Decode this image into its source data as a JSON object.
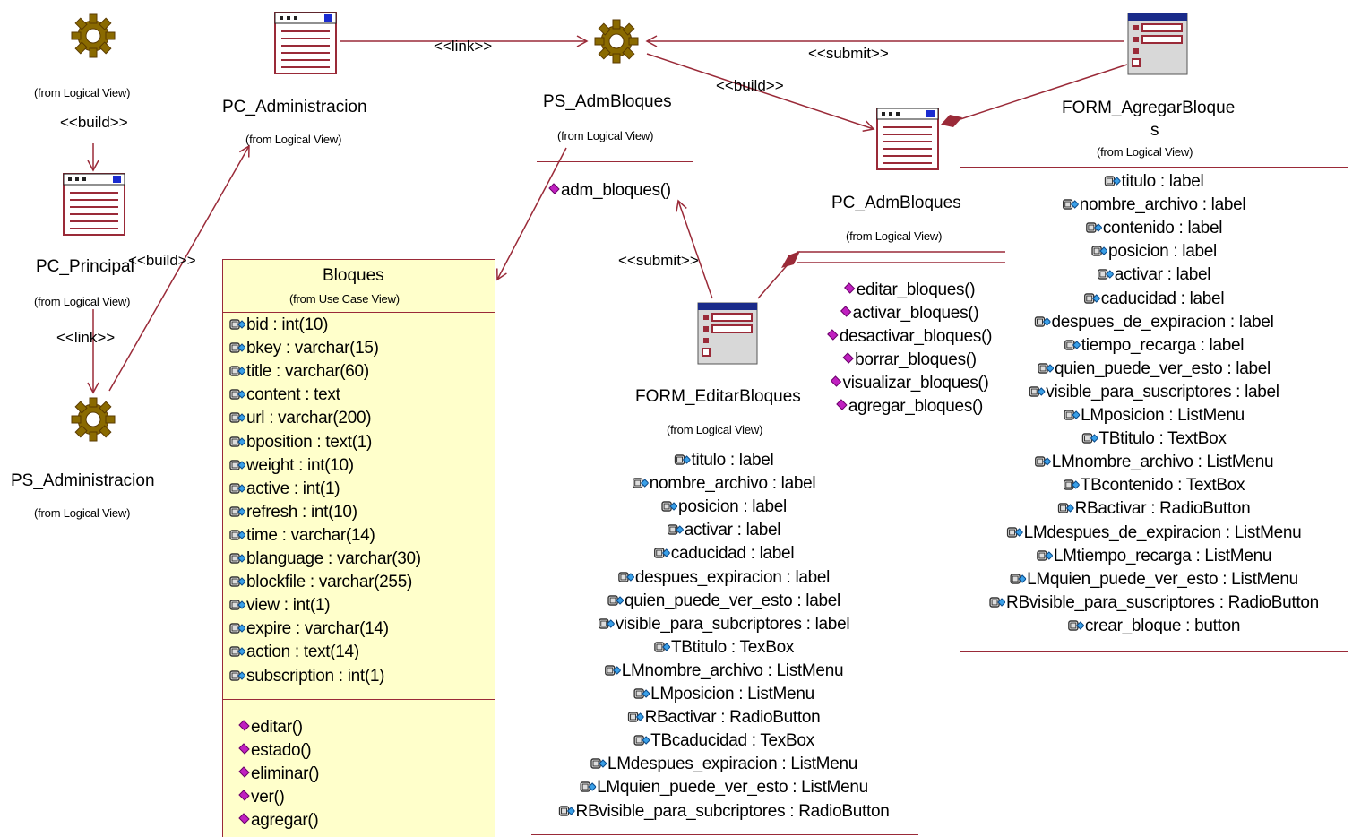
{
  "nodes": {
    "gear_top_left": {
      "from": "(from Logical View)"
    },
    "pc_principal": {
      "name": "PC_Principal",
      "from": "(from Logical View)"
    },
    "ps_administracion": {
      "name": "PS_Administracion",
      "from": "(from Logical View)"
    },
    "pc_administracion": {
      "name": "PC_Administracion",
      "from": "(from Logical View)"
    },
    "ps_admbloques": {
      "name": "PS_AdmBloques",
      "from": "(from Logical View)",
      "operations": [
        "adm_bloques()"
      ]
    },
    "pc_admbloques": {
      "name": "PC_AdmBloques",
      "from": "(from Logical View)",
      "operations": [
        "editar_bloques()",
        "activar_bloques()",
        "desactivar_bloques()",
        "borrar_bloques()",
        "visualizar_bloques()",
        "agregar_bloques()"
      ]
    },
    "form_agregar": {
      "name_line1": "FORM_AgregarBloque",
      "name_line2": "s",
      "from": "(from Logical View)",
      "attributes": [
        "titulo : label",
        "nombre_archivo : label",
        "contenido : label",
        "posicion : label",
        "activar : label",
        "caducidad : label",
        "despues_de_expiracion : label",
        "tiempo_recarga : label",
        "quien_puede_ver_esto : label",
        "visible_para_suscriptores : label",
        "LMposicion : ListMenu",
        "TBtitulo : TextBox",
        "LMnombre_archivo : ListMenu",
        "TBcontenido : TextBox",
        "RBactivar : RadioButton",
        "LMdespues_de_expiracion : ListMenu",
        "LMtiempo_recarga : ListMenu",
        "LMquien_puede_ver_esto : ListMenu",
        "RBvisible_para_suscriptores : RadioButton",
        "crear_bloque : button"
      ]
    },
    "form_editar": {
      "name": "FORM_EditarBloques",
      "from": "(from Logical View)",
      "attributes": [
        "titulo : label",
        "nombre_archivo : label",
        "posicion : label",
        "activar : label",
        "caducidad : label",
        "despues_expiracion : label",
        "quien_puede_ver_esto : label",
        "visible_para_subcriptores : label",
        "TBtitulo : TexBox",
        "LMnombre_archivo : ListMenu",
        "LMposicion : ListMenu",
        "RBactivar : RadioButton",
        "TBcaducidad : TexBox",
        "LMdespues_expiracion : ListMenu",
        "LMquien_puede_ver_esto : ListMenu",
        "RBvisible_para_subcriptores : RadioButton"
      ]
    },
    "bloques": {
      "name": "Bloques",
      "from": "(from Use Case View)",
      "attributes": [
        "bid : int(10)",
        "bkey : varchar(15)",
        "title : varchar(60)",
        "content : text",
        "url : varchar(200)",
        "bposition : text(1)",
        "weight : int(10)",
        "active : int(1)",
        "refresh : int(10)",
        "time : varchar(14)",
        "blanguage : varchar(30)",
        "blockfile : varchar(255)",
        "view : int(1)",
        "expire : varchar(14)",
        "action : text(14)",
        "subscription : int(1)"
      ],
      "operations": [
        "editar()",
        "estado()",
        "eliminar()",
        "ver()",
        "agregar()"
      ]
    }
  },
  "stereotypes": {
    "build_left": "<<build>>",
    "link_left": "<<link>>",
    "build_diag": "<<build>>",
    "link_top": "<<link>>",
    "submit_top": "<<submit>>",
    "build_center": "<<build>>",
    "submit_center": "<<submit>>"
  },
  "colors": {
    "line": "#9a2a38",
    "class_fill": "#ffffcb",
    "gear": "#8a6a00"
  }
}
